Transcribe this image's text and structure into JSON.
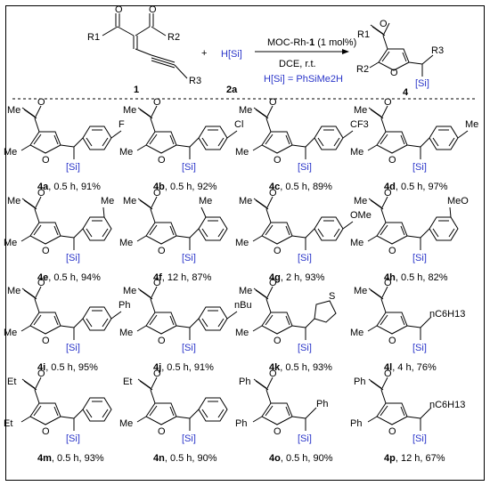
{
  "scheme": {
    "reactant1": {
      "label": "1",
      "r1": "R1",
      "r2": "R2",
      "r3": "R3"
    },
    "plus": "+",
    "reactant2": {
      "text": "H[Si]",
      "label": "2a"
    },
    "catalyst_prefix": "MOC-Rh-",
    "catalyst_bold": "1",
    "catalyst_suffix": " (1 mol%)",
    "conditions": "DCE, r.t.",
    "silane_def": "H[Si] = PhSiMe2H",
    "product": {
      "label": "4",
      "r1": "R1",
      "r2": "R2",
      "r3": "R3",
      "si": "[Si]"
    }
  },
  "substituents": {
    "F": "F",
    "Cl": "Cl",
    "CF3": "CF3",
    "Me": "Me",
    "MeO": "MeO",
    "OMe": "OMe",
    "Ph": "Ph",
    "nBu": "nBu",
    "S": "S",
    "nC6H13": "nC6H13",
    "Et": "Et",
    "O": "O",
    "Si": "[Si]"
  },
  "products": [
    {
      "id": "4a",
      "time": "0.5 h",
      "yield": "91%"
    },
    {
      "id": "4b",
      "time": "0.5 h",
      "yield": "92%"
    },
    {
      "id": "4c",
      "time": "0.5 h",
      "yield": "89%"
    },
    {
      "id": "4d",
      "time": "0.5 h",
      "yield": "97%"
    },
    {
      "id": "4e",
      "time": "0.5 h",
      "yield": "94%"
    },
    {
      "id": "4f",
      "time": "12 h",
      "yield": "87%"
    },
    {
      "id": "4g",
      "time": "2 h",
      "yield": "93%"
    },
    {
      "id": "4h",
      "time": "0.5 h",
      "yield": "82%"
    },
    {
      "id": "4i",
      "time": "0.5 h",
      "yield": "95%"
    },
    {
      "id": "4j",
      "time": "0.5 h",
      "yield": "91%"
    },
    {
      "id": "4k",
      "time": "0.5 h",
      "yield": "93%"
    },
    {
      "id": "4l",
      "time": "4 h",
      "yield": "76%"
    },
    {
      "id": "4m",
      "time": "0.5 h",
      "yield": "93%"
    },
    {
      "id": "4n",
      "time": "0.5 h",
      "yield": "90%"
    },
    {
      "id": "4o",
      "time": "0.5 h",
      "yield": "90%"
    },
    {
      "id": "4p",
      "time": "12 h",
      "yield": "67%"
    }
  ]
}
